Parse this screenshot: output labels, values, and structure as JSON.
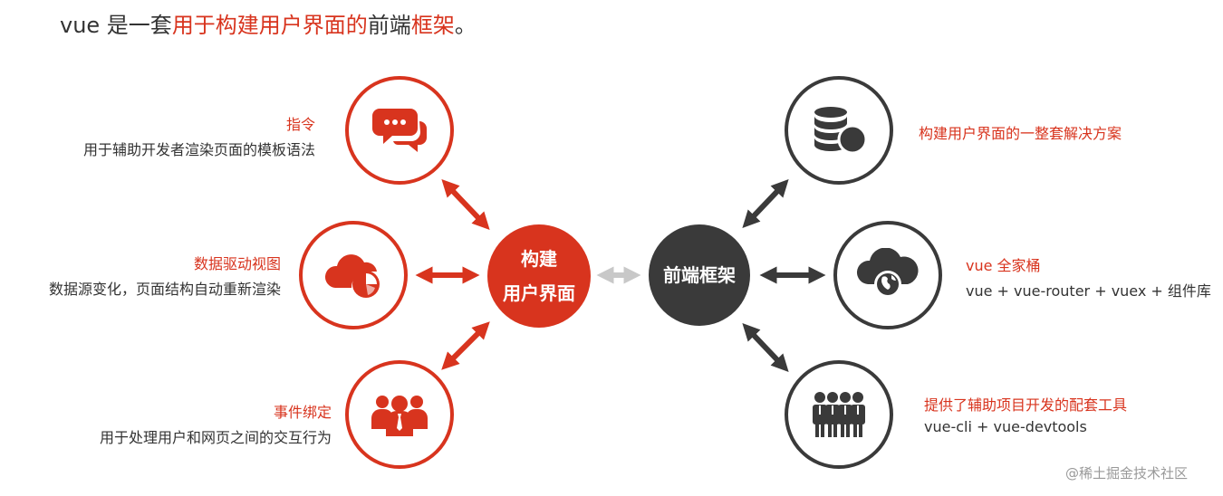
{
  "title": {
    "prefix": "vue 是一套",
    "hl1": "用于构建用户界面的",
    "mid": "前端",
    "hl2": "框架",
    "suffix": "。"
  },
  "center_left": {
    "line1": "构建",
    "line2": "用户界面"
  },
  "center_right": {
    "label": "前端框架"
  },
  "left_items": [
    {
      "title": "指令",
      "desc": "用于辅助开发者渲染页面的模板语法",
      "icon": "chat-bubbles-icon"
    },
    {
      "title": "数据驱动视图",
      "desc": "数据源变化，页面结构自动重新渲染",
      "icon": "cloud-chart-icon"
    },
    {
      "title": "事件绑定",
      "desc": "用于处理用户和网页之间的交互行为",
      "icon": "people-group-icon"
    }
  ],
  "right_items": [
    {
      "title": "构建用户界面的一整套解决方案",
      "desc": "",
      "icon": "database-icon"
    },
    {
      "title": "vue 全家桶",
      "desc": "vue + vue-router + vuex + 组件库",
      "icon": "cloud-globe-icon"
    },
    {
      "title": "提供了辅助项目开发的配套工具",
      "desc": "vue-cli + vue-devtools",
      "icon": "business-team-icon"
    }
  ],
  "watermark": "@稀土掘金技术社区",
  "colors": {
    "accent": "#d8341e",
    "dark": "#3a3a3a",
    "arrow_gray": "#c8c8c8"
  }
}
